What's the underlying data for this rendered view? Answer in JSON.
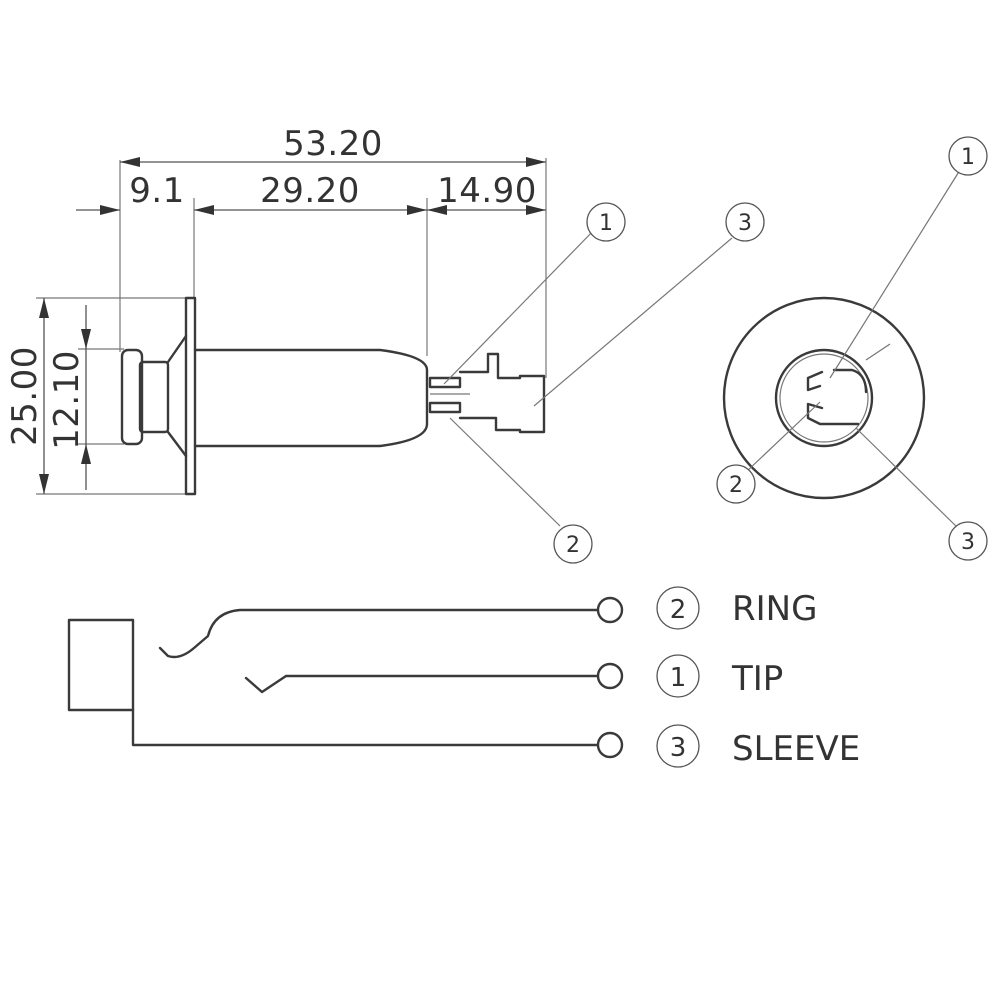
{
  "dimensions": {
    "overall": "53.20",
    "front": "9.1",
    "body": "29.20",
    "rear": "14.90",
    "flange_height": "25.00",
    "bushing_height": "12.10"
  },
  "side_view_callouts": {
    "c1": "1",
    "c2": "2",
    "c3": "3"
  },
  "end_view_callouts": {
    "c1": "1",
    "c2": "2",
    "c3": "3"
  },
  "schematic": {
    "ring": {
      "number": "2",
      "label": "RING"
    },
    "tip": {
      "number": "1",
      "label": "TIP"
    },
    "sleeve": {
      "number": "3",
      "label": "SLEEVE"
    }
  }
}
